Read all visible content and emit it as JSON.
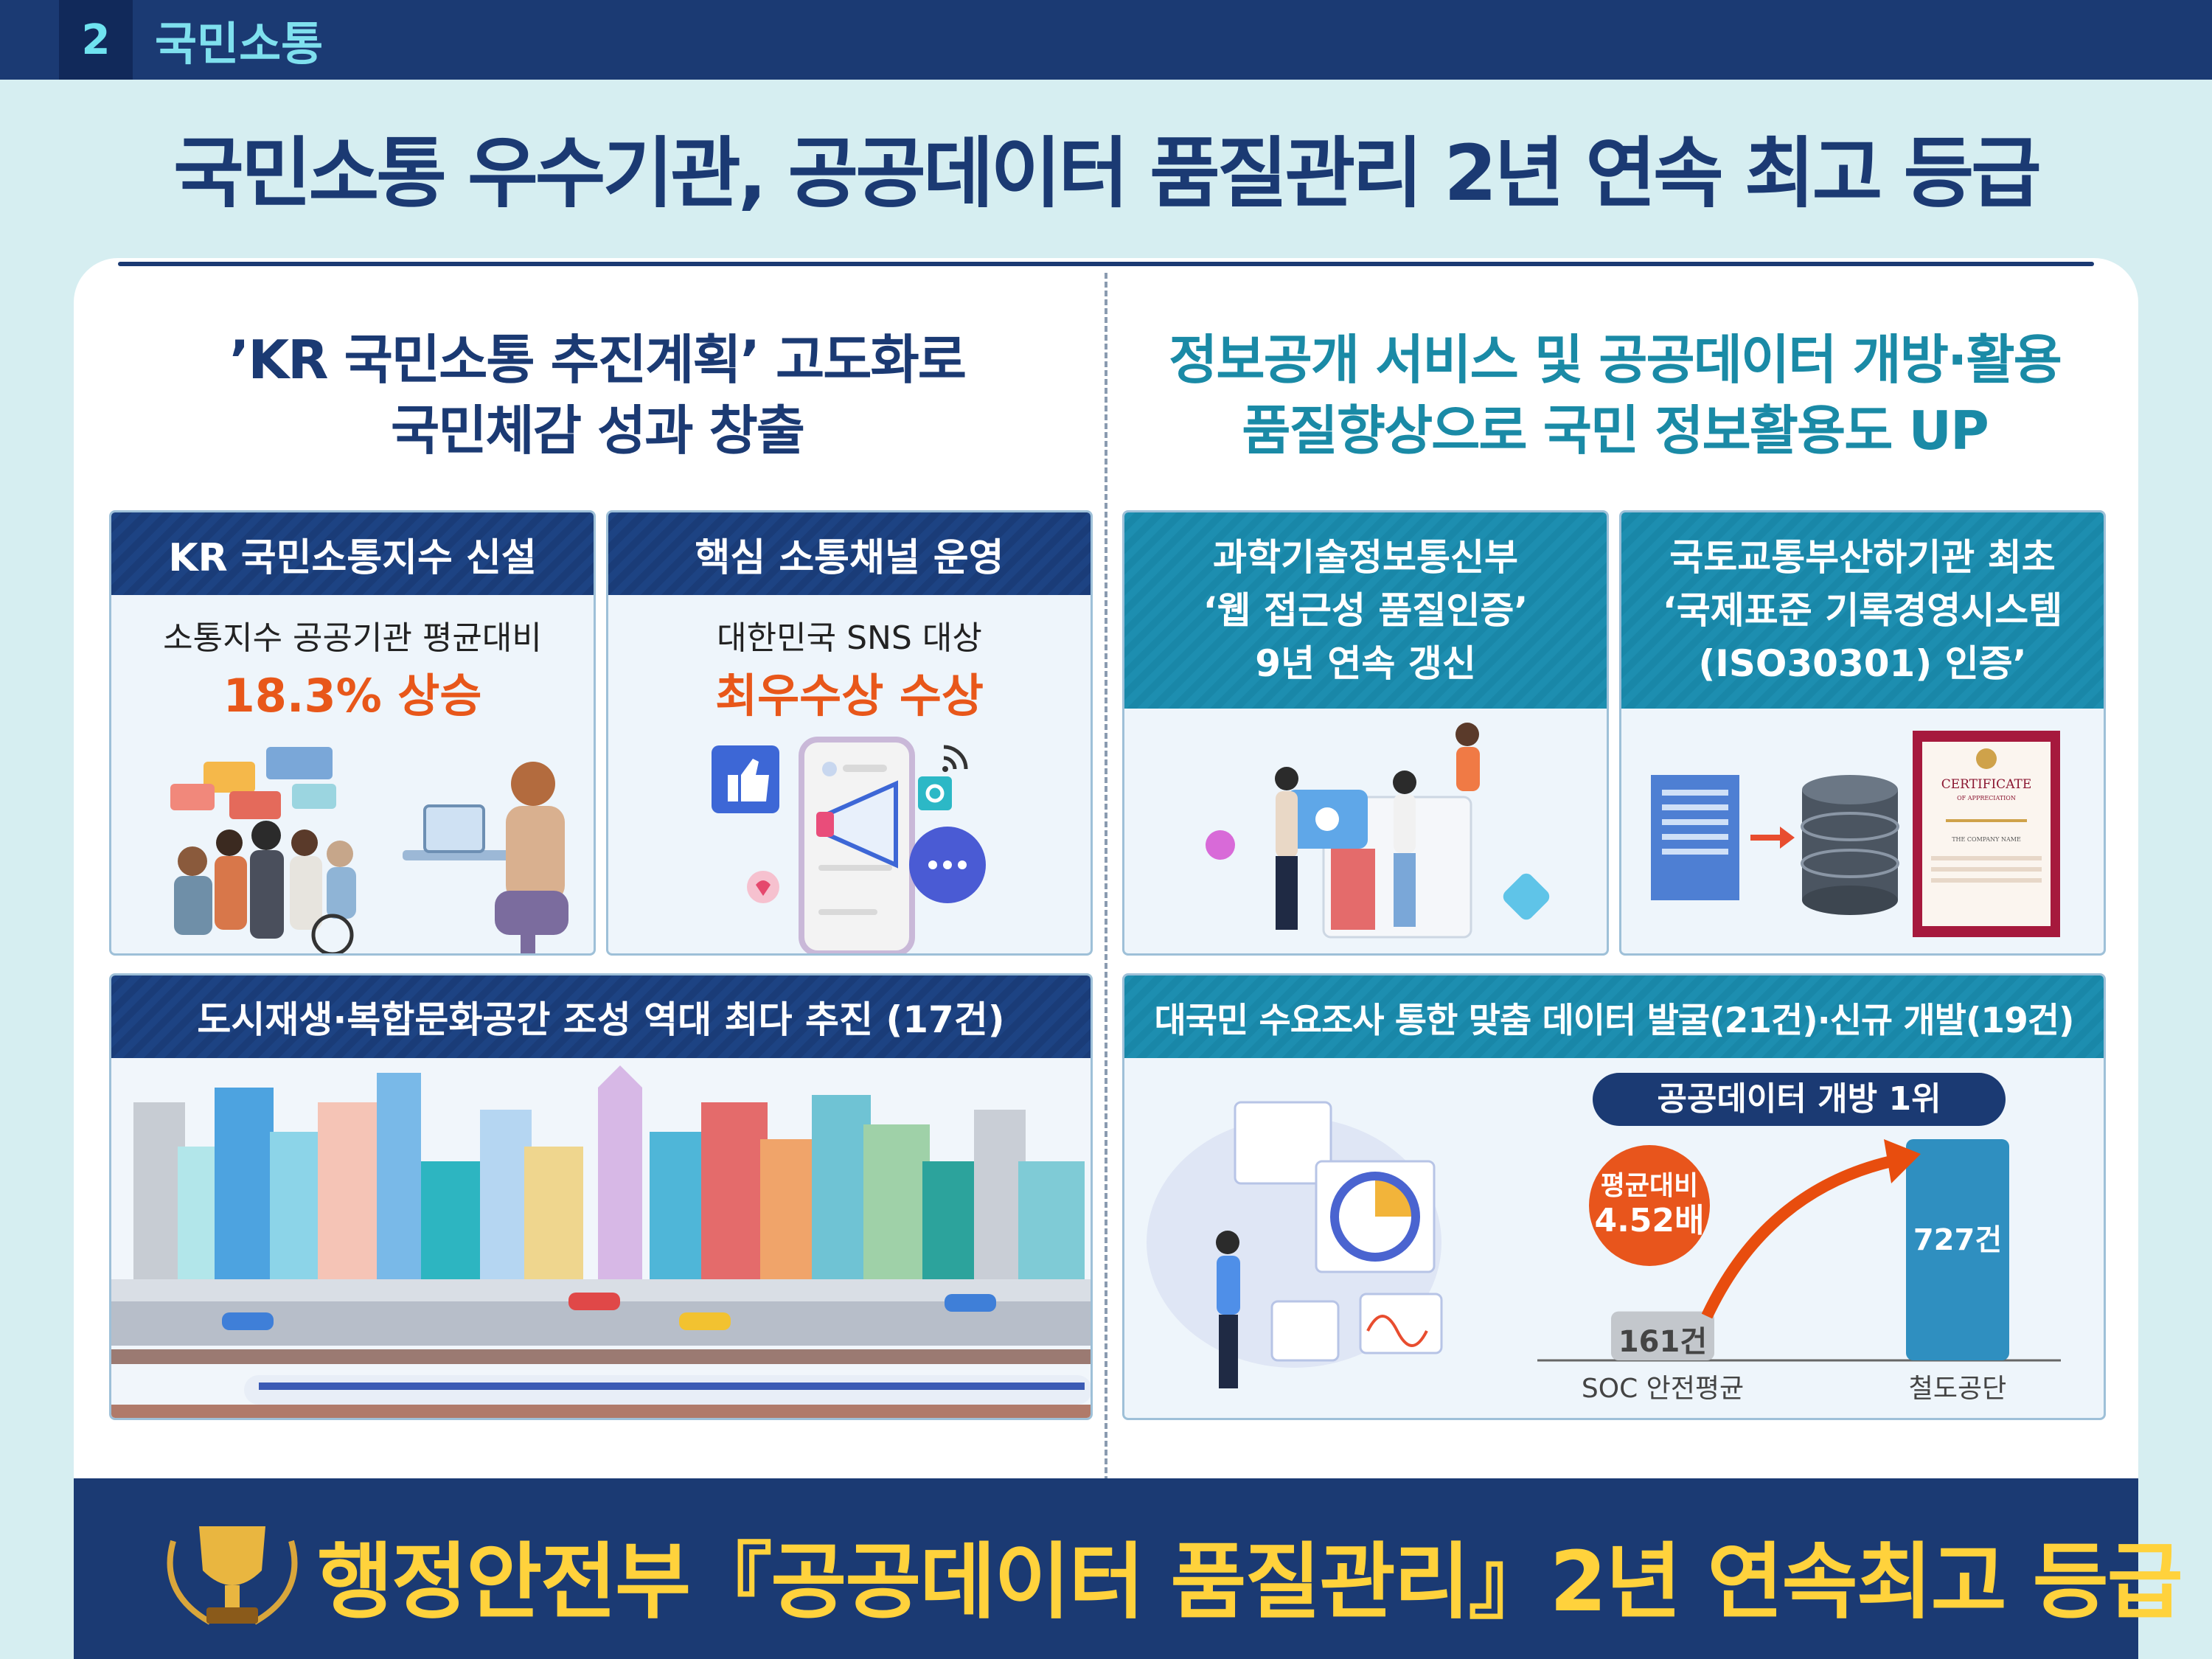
{
  "section": {
    "number": "2",
    "title": "국민소통"
  },
  "main_title": "국민소통 우수기관, 공공데이터 품질관리 2년 연속 최고 등급",
  "left": {
    "headline": [
      "’KR 국민소통 추진계획’ 고도화로",
      "국민체감 성과 창출"
    ],
    "card1": {
      "title": "KR 국민소통지수 신설",
      "subtitle": "소통지수 공공기관 평균대비",
      "highlight": "18.3% 상승"
    },
    "card2": {
      "title": "핵심 소통채널 운영",
      "subtitle": "대한민국 SNS 대상",
      "highlight": "최우수상 수상"
    },
    "card3": {
      "title": "도시재생·복합문화공간 조성 역대 최다 추진 (17건)"
    }
  },
  "right": {
    "headline": [
      "정보공개 서비스 및 공공데이터 개방·활용",
      "품질향상으로 국민 정보활용도 UP"
    ],
    "card1": {
      "title": [
        "과학기술정보통신부",
        "‘웹 접근성 품질인증’",
        "9년 연속 갱신"
      ]
    },
    "card2": {
      "title": [
        "국토교통부산하기관 최초",
        "‘국제표준 기록경영시스템",
        "(ISO30301) 인증’"
      ],
      "certificate_text": [
        "CERTIFICATE",
        "OF APPRECIATION",
        "THE COMPANY NAME"
      ]
    },
    "card3": {
      "title": "대국민 수요조사 통한 맞춤 데이터 발굴(21건)·신규 개발(19건)",
      "pill": "공공데이터 개방 1위",
      "badge": [
        "평균대비",
        "4.52배"
      ],
      "bars": [
        {
          "label": "SOC 안전평균",
          "value_text": "161건",
          "value": 161
        },
        {
          "label": "철도공단",
          "value_text": "727건",
          "value": 727
        }
      ]
    }
  },
  "bottom": {
    "text": "행정안전부『공공데이터 품질관리』2년 연속최고 등급"
  },
  "colors": {
    "navy": "#1b3a73",
    "teal": "#1a8aa6",
    "orange": "#e8571a",
    "gold": "#ffd23c"
  }
}
